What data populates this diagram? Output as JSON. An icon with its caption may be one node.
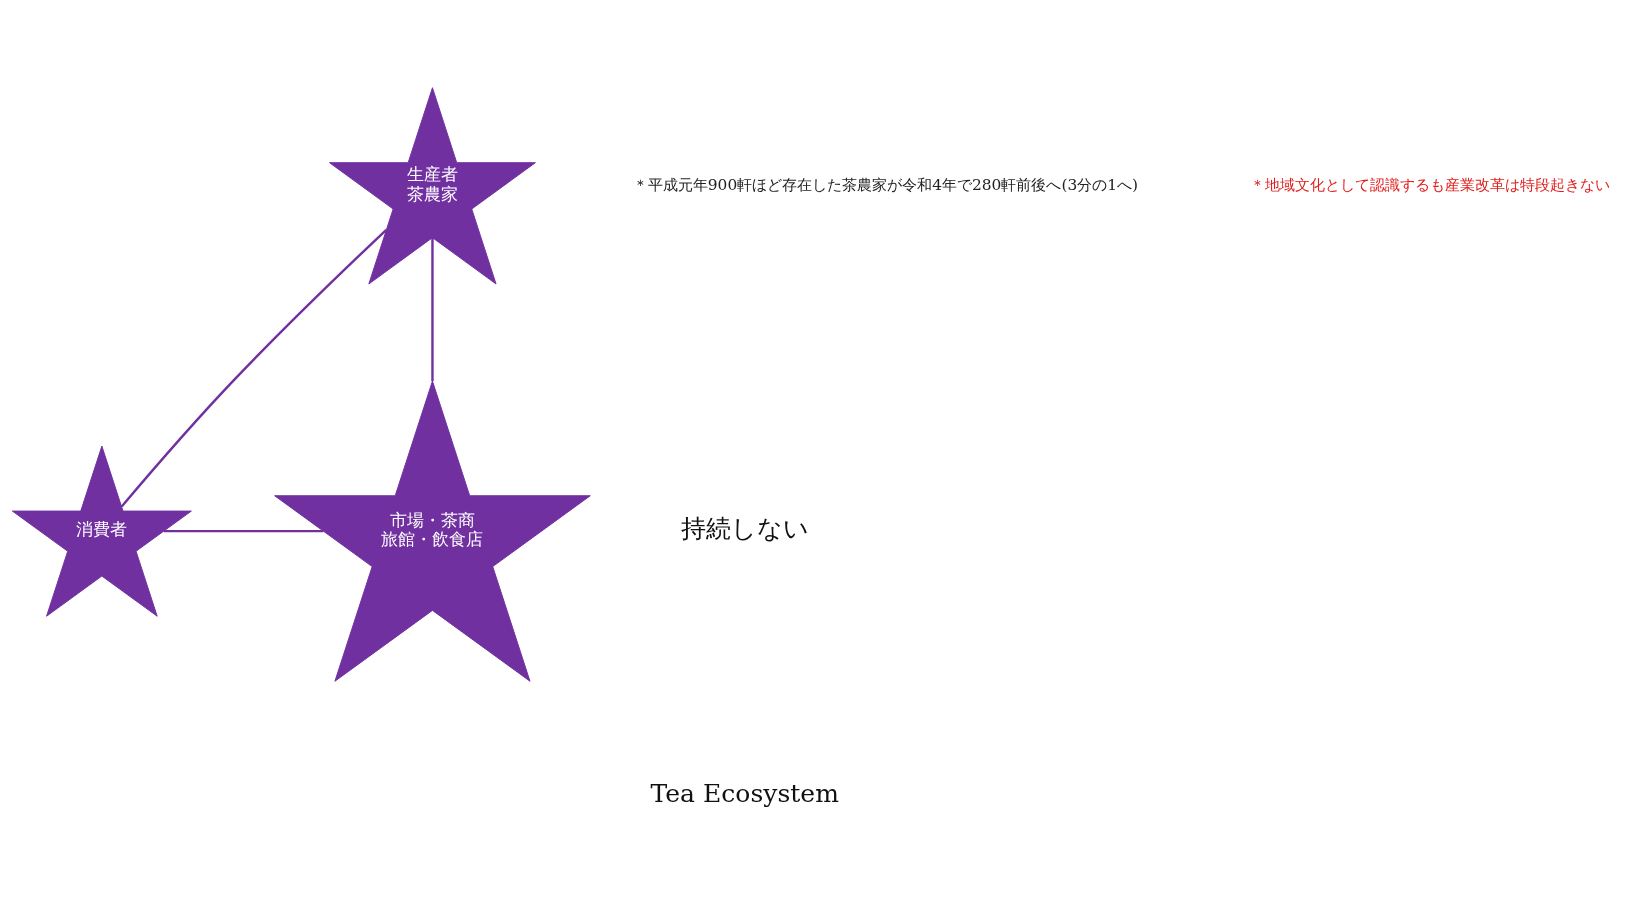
{
  "diagram": {
    "nodes": [
      {
        "text": [
          "生産者",
          "茶農家"
        ]
      },
      {
        "text": [
          "消費者"
        ]
      },
      {
        "text": [
          "市場・茶商",
          "旅館・飲食店"
        ]
      }
    ],
    "edges": [
      {
        "from": 0,
        "to": 1,
        "arrow": "none"
      },
      {
        "from": 0,
        "to": 2,
        "arrow": "none"
      },
      {
        "from": 1,
        "to": 2,
        "arrow": "none"
      }
    ],
    "labels": [
      "＊平成元年900軒ほど存在した茶農家が令和4年で280軒前後へ(3分の1へ)",
      "＊地域文化として認識するも産業改革は特段起きない",
      "持続しない",
      "Tea Ecosystem"
    ]
  }
}
